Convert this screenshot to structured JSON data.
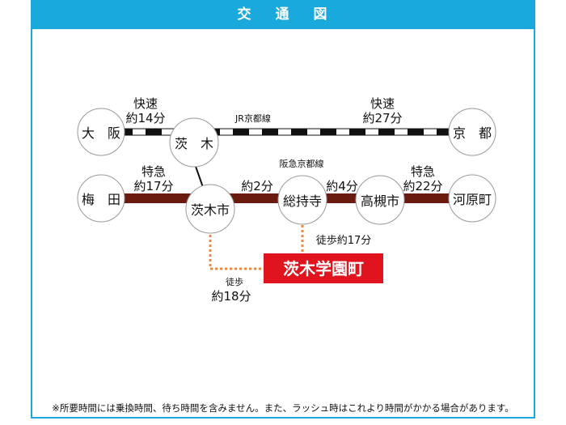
{
  "header": {
    "title_chars": [
      "交",
      "通",
      "図"
    ]
  },
  "colors": {
    "accent": "#1aa9dc",
    "hankyu": "#6b1a10",
    "walk": "#e8894a",
    "destination": "#e0141e"
  },
  "stations": {
    "osaka": "大　阪",
    "ibaraki": "茨　木",
    "kyoto": "京　都",
    "umeda": "梅　田",
    "ibarakishi": "茨木市",
    "sojiji": "総持寺",
    "takatsuki": "高槻市",
    "kawaramachi": "河原町"
  },
  "lines": {
    "jr": "JR京都線",
    "hankyu": "阪急京都線"
  },
  "segments": {
    "osaka_ibaraki": [
      "快速",
      "約14分"
    ],
    "ibaraki_kyoto": [
      "快速",
      "約27分"
    ],
    "umeda_ibarakishi": [
      "特急",
      "約17分"
    ],
    "ibarakishi_sojiji": "約2分",
    "sojiji_takatsuki": "約4分",
    "takatsuki_kawaramachi": [
      "特急",
      "約22分"
    ]
  },
  "walk": {
    "from_sojiji": "徒歩約17分",
    "from_ibarakishi": [
      "徒歩",
      "約18分"
    ]
  },
  "destination": "茨木学園町",
  "footnote": "※所要時間には乗換時間、待ち時間を含みません。また、ラッシュ時はこれより時間がかかる場合があります。"
}
